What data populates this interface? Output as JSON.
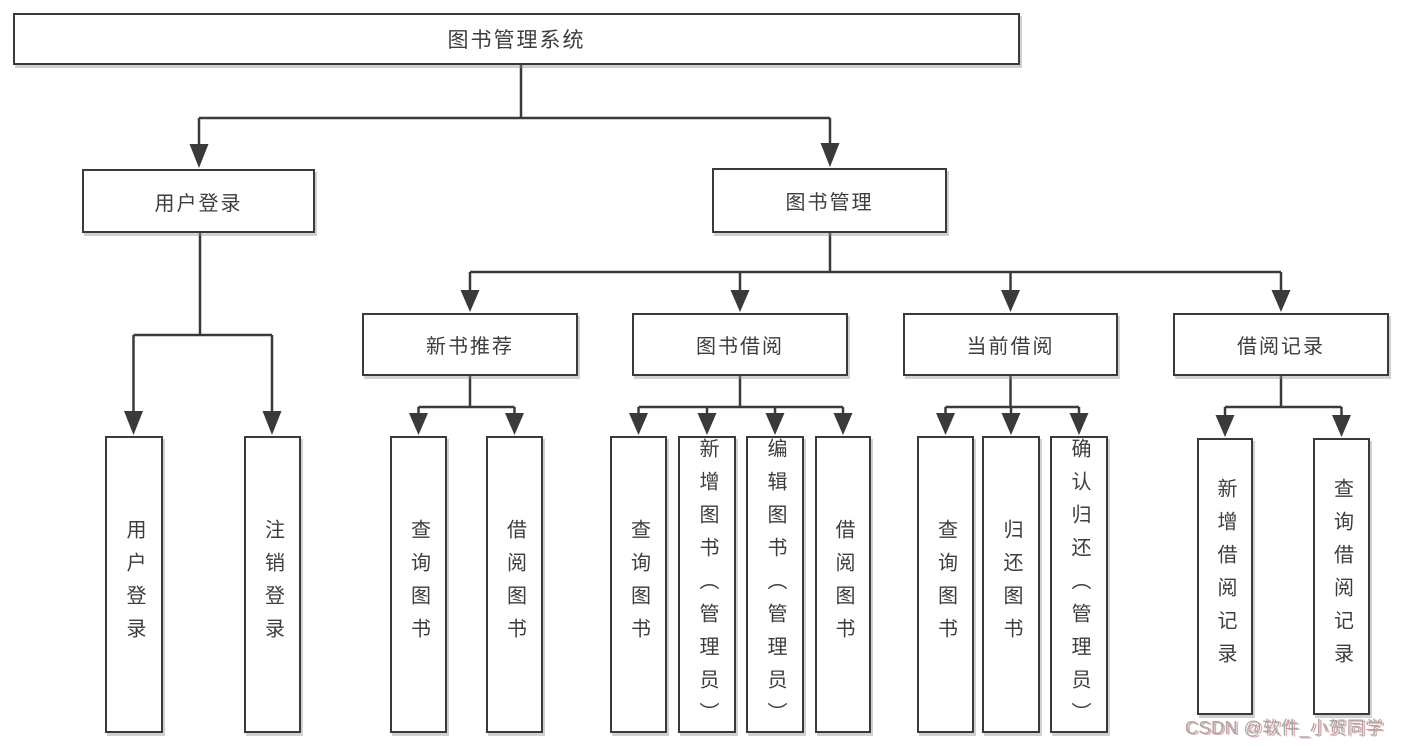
{
  "watermark": "CSDN @软件_小贺同学",
  "colors": {
    "line": "#3a3a3a",
    "text": "#3d3d3d",
    "background": "#ffffff",
    "watermark_text": "#a8a8a8",
    "watermark_shadow": "#c35854"
  },
  "tree": {
    "root": {
      "label": "图书管理系统",
      "children": [
        {
          "label": "用户登录",
          "children": [
            {
              "label": "用户登录"
            },
            {
              "label": "注销登录"
            }
          ]
        },
        {
          "label": "图书管理",
          "children": [
            {
              "label": "新书推荐",
              "children": [
                {
                  "label": "查询图书"
                },
                {
                  "label": "借阅图书"
                }
              ]
            },
            {
              "label": "图书借阅",
              "children": [
                {
                  "label": "查询图书"
                },
                {
                  "label": "新增图书（管理员）"
                },
                {
                  "label": "编辑图书（管理员）"
                },
                {
                  "label": "借阅图书"
                }
              ]
            },
            {
              "label": "当前借阅",
              "children": [
                {
                  "label": "查询图书"
                },
                {
                  "label": "归还图书"
                },
                {
                  "label": "确认归还（管理员）"
                }
              ]
            },
            {
              "label": "借阅记录",
              "children": [
                {
                  "label": "新增借阅记录"
                },
                {
                  "label": "查询借阅记录"
                }
              ]
            }
          ]
        }
      ]
    }
  }
}
